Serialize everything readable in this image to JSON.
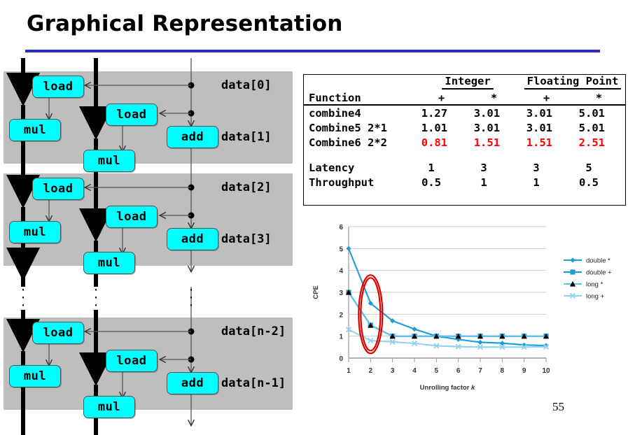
{
  "slide": {
    "title": "Graphical Representation",
    "page_number": "55",
    "accent_color": "#2A2AC8"
  },
  "diagram": {
    "node_color": "#00FFFF",
    "block_color": "#BEBEBE",
    "labels": {
      "load": "load",
      "mul": "mul",
      "add": "add"
    },
    "ellipsis": "·",
    "blocks": [
      {
        "data_top": "data[0]",
        "data_bottom": "data[1]"
      },
      {
        "data_top": "data[2]",
        "data_bottom": "data[3]"
      },
      {
        "data_top": "data[n-2]",
        "data_bottom": "data[n-1]"
      }
    ]
  },
  "table": {
    "group_headers": [
      "Integer",
      "Floating Point"
    ],
    "corner_label": "Function",
    "op_headers": [
      "+",
      "*",
      "+",
      "*"
    ],
    "rows": [
      {
        "name": "combine4",
        "values": [
          "1.27",
          "3.01",
          "3.01",
          "5.01"
        ],
        "highlight": false
      },
      {
        "name": "Combine5 2*1",
        "values": [
          "1.01",
          "3.01",
          "3.01",
          "5.01"
        ],
        "highlight": false
      },
      {
        "name": "Combine6 2*2",
        "values": [
          "0.81",
          "1.51",
          "1.51",
          "2.51"
        ],
        "highlight": true
      }
    ],
    "footer_rows": [
      {
        "name": "Latency",
        "values": [
          "1",
          "3",
          "3",
          "5"
        ]
      },
      {
        "name": "Throughput",
        "values": [
          "0.5",
          "1",
          "1",
          "0.5"
        ]
      }
    ],
    "highlight_color": "#FF0000"
  },
  "chart_data": {
    "type": "line",
    "title": "",
    "xlabel": "Unrolling factor k",
    "ylabel": "CPE",
    "x": [
      1,
      2,
      3,
      4,
      5,
      6,
      7,
      8,
      9,
      10
    ],
    "xlim": [
      1,
      10
    ],
    "ylim": [
      0,
      6
    ],
    "yticks": [
      0,
      1,
      2,
      3,
      4,
      5,
      6
    ],
    "xticks": [
      "1",
      "2",
      "3",
      "4",
      "5",
      "6",
      "7",
      "8",
      "9",
      "10"
    ],
    "grid": true,
    "legend_position": "right",
    "series": [
      {
        "name": "double *",
        "marker": "diamond",
        "color": "#1E9BD7",
        "values": [
          5.0,
          2.5,
          1.7,
          1.32,
          1.0,
          0.85,
          0.72,
          0.68,
          0.6,
          0.57
        ]
      },
      {
        "name": "double +",
        "marker": "square",
        "color": "#1E9BD7",
        "values": [
          3.0,
          1.5,
          1.0,
          1.0,
          1.0,
          1.0,
          1.0,
          1.0,
          1.0,
          1.0
        ]
      },
      {
        "name": "long *",
        "marker": "triangle",
        "color": "#000000",
        "values": [
          3.0,
          1.5,
          1.0,
          1.0,
          1.0,
          1.0,
          1.0,
          1.0,
          1.0,
          1.0
        ]
      },
      {
        "name": "long +",
        "marker": "cross",
        "color": "#8FD3F0",
        "values": [
          1.3,
          0.8,
          0.74,
          0.67,
          0.56,
          0.52,
          0.5,
          0.5,
          0.5,
          0.52
        ]
      }
    ],
    "annotation": {
      "shape": "ellipse",
      "color": "#E00000",
      "at_x": 2,
      "label": ""
    }
  }
}
